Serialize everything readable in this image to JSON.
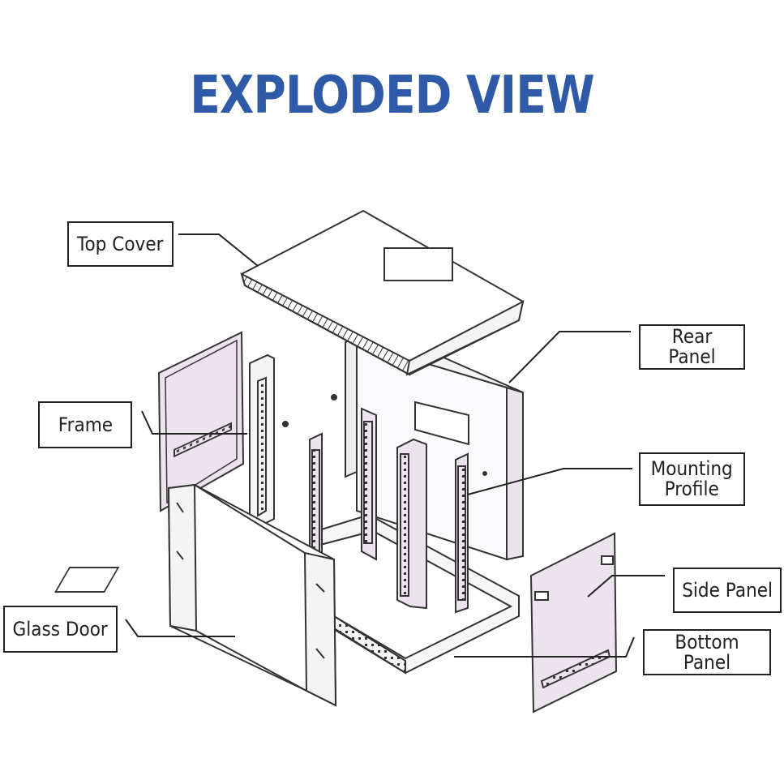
{
  "title": "EXPLODED VIEW",
  "colors": {
    "title": "#2e5aa8",
    "line": "#333333",
    "panel_fill": "#ede3ef",
    "metal_fill": "#f4f4f4"
  },
  "labels": {
    "top_cover": "Top Cover",
    "rear_panel": "Rear Panel",
    "frame": "Frame",
    "mounting_profile": "Mounting\nProfile",
    "glass_door": "Glass Door",
    "side_panel": "Side Panel",
    "bottom_panel": "Bottom Panel"
  }
}
